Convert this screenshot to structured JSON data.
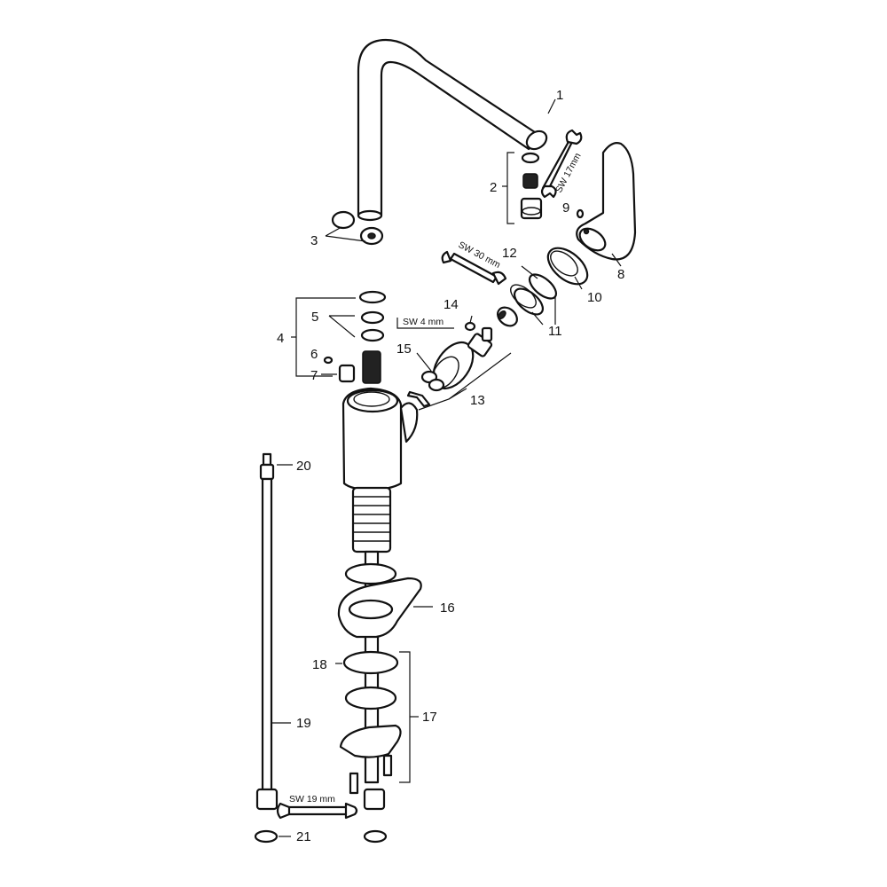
{
  "parts": {
    "p1": "1",
    "p2": "2",
    "p3": "3",
    "p4": "4",
    "p5": "5",
    "p6": "6",
    "p7": "7",
    "p8": "8",
    "p9": "9",
    "p10": "10",
    "p11": "11",
    "p12": "12",
    "p13": "13",
    "p14": "14",
    "p15": "15",
    "p16": "16",
    "p17": "17",
    "p18": "18",
    "p19": "19",
    "p20": "20",
    "p21": "21"
  },
  "tools": {
    "sw17": "SW 17mm",
    "sw30": "SW 30 mm",
    "sw4": "SW 4 mm",
    "sw19": "SW 19 mm"
  },
  "icons": [
    "wrench-icon",
    "hex-key-icon"
  ]
}
